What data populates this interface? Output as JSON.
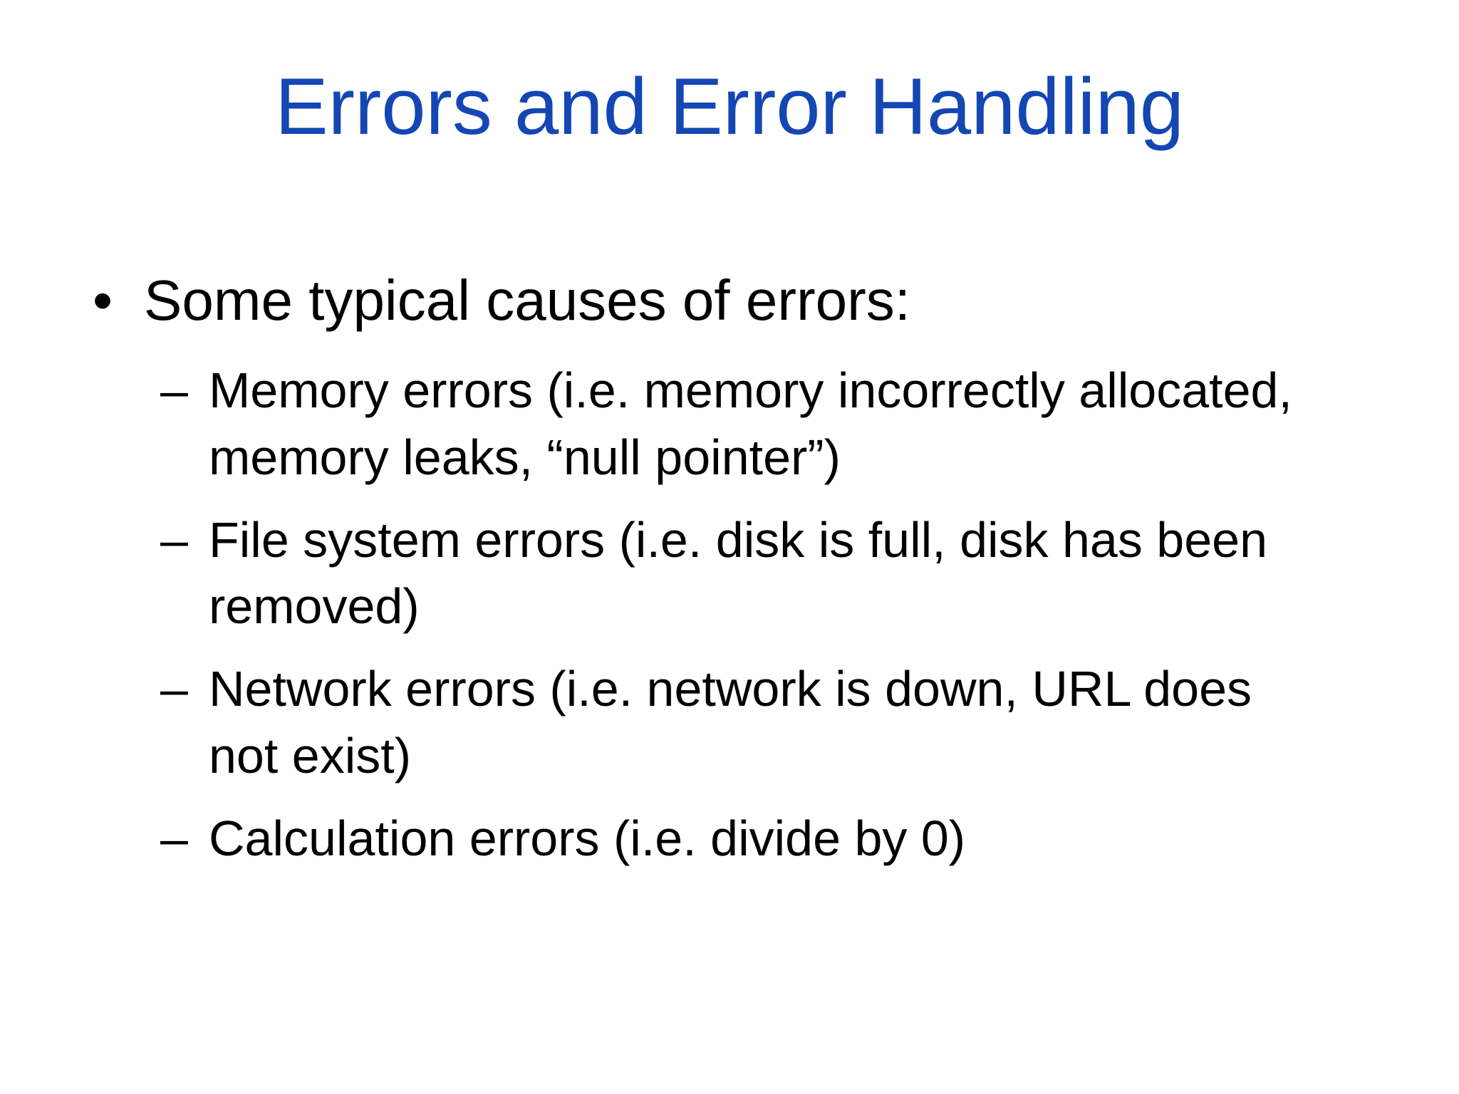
{
  "slide": {
    "title": "Errors and Error Handling",
    "colors": {
      "title_blue": "#1446b4",
      "body_text": "#000000",
      "background": "#ffffff"
    },
    "bullet": {
      "marker": "•",
      "text": "Some typical causes of errors:",
      "sub_marker": "–",
      "items": [
        "Memory errors (i.e. memory incorrectly allocated, memory leaks, “null pointer”)",
        "File system errors (i.e. disk is full, disk has been removed)",
        "Network errors (i.e. network is down, URL does not exist)",
        "Calculation errors (i.e. divide by 0)"
      ]
    }
  }
}
